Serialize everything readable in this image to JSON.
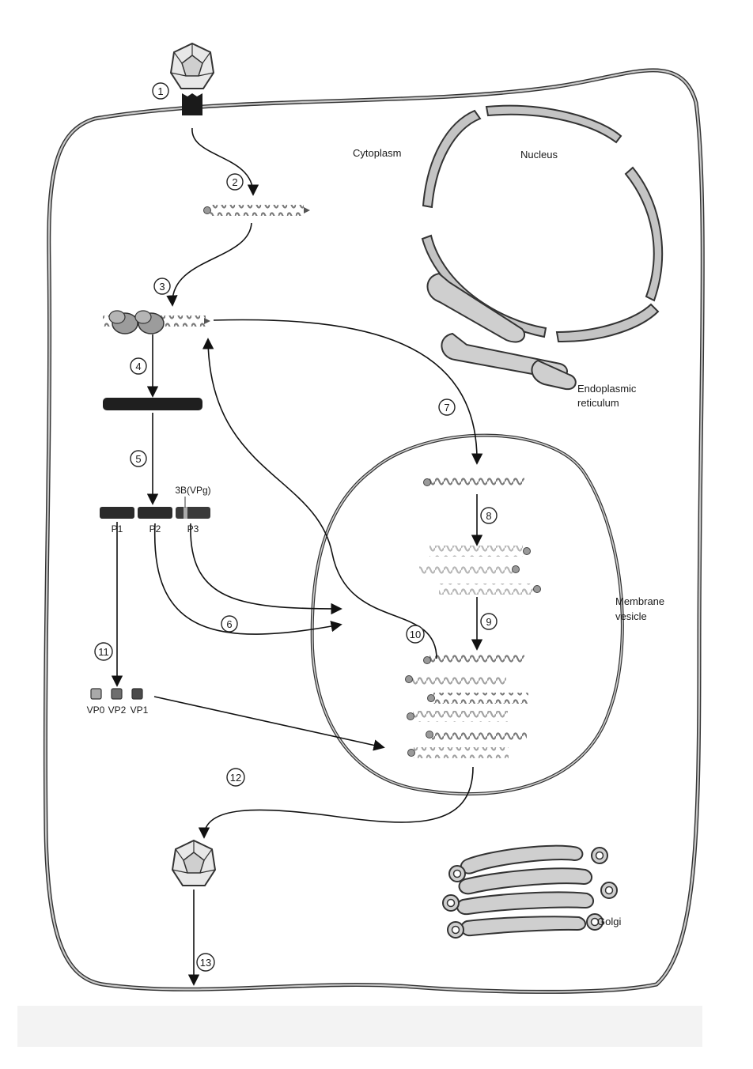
{
  "labels": {
    "cytoplasm": "Cytoplasm",
    "nucleus": "Nucleus",
    "er_line1": "Endoplasmic",
    "er_line2": "reticulum",
    "membrane_line1": "Membrane",
    "membrane_line2": "vesicle",
    "golgi": "Golgi"
  },
  "steps": [
    "1",
    "2",
    "3",
    "4",
    "5",
    "6",
    "7",
    "8",
    "9",
    "10",
    "11",
    "12",
    "13"
  ],
  "polyprotein": {
    "p1": "P1",
    "p2": "P2",
    "p3": "P3",
    "vpg": "3B(VPg)"
  },
  "capsid_proteins": {
    "vp0": "VP0",
    "vp2": "VP2",
    "vp1": "VP1"
  },
  "colors": {
    "membrane_fill": "#bdbdbd",
    "membrane_stroke": "#333333",
    "dark_protein": "#2a2a2a",
    "rna_dark": "#777777",
    "rna_light": "#bbbbbb",
    "footer_band": "#f3f3f3"
  }
}
